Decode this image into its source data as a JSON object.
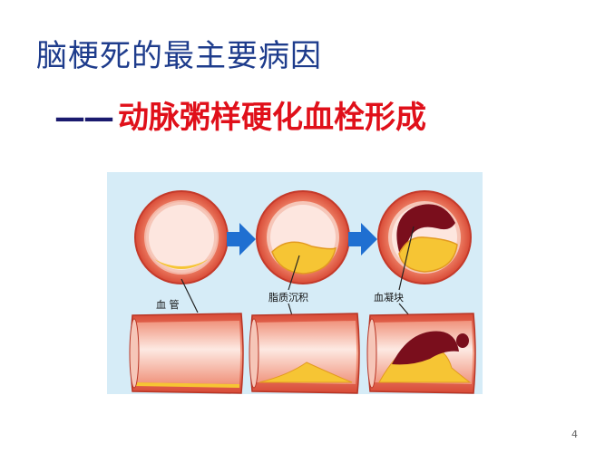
{
  "slide": {
    "title": "脑梗死的最主要病因",
    "subtitle_dash": "——",
    "subtitle_text": "动脉粥样硬化血栓形成",
    "page_number": "4"
  },
  "figure": {
    "labels": {
      "vessel": "血 管",
      "lipid": "脂质沉积",
      "clot": "血凝块"
    }
  },
  "colors": {
    "title": "#1e3c8c",
    "subtitle_red": "#e0101a",
    "vessel_wall": "#e8604a",
    "lumen": "#fde6df",
    "plaque": "#f6c534",
    "clot": "#7a0e1c",
    "arrow": "#1f6fd1",
    "figure_bg": "#d6ecf7"
  }
}
